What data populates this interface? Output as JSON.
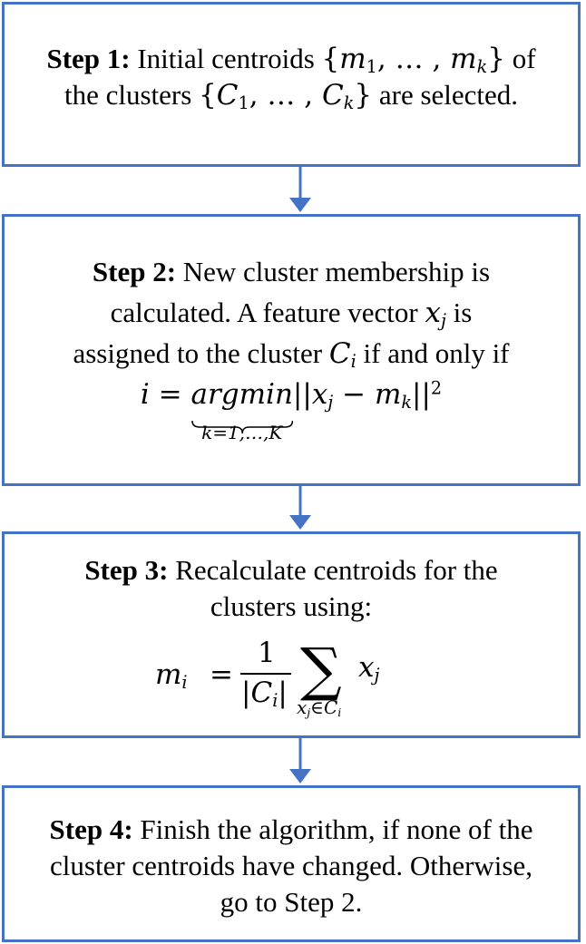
{
  "colors": {
    "border": "#4472c4",
    "arrow": "#4472c4",
    "text": "#000000"
  },
  "step1": {
    "label": "Step 1:",
    "text_a": " Initial centroids ",
    "formula_open": "{",
    "m": "m",
    "sub1": "1",
    "ellipsis": ", … , ",
    "subk": "k",
    "formula_close": "}",
    "text_b": " of",
    "text_c": "the clusters ",
    "C": "C",
    "text_d": " are selected."
  },
  "step2": {
    "label": "Step 2:",
    "line1": " New cluster membership is",
    "line2_a": "calculated. A feature vector  ",
    "x": "x",
    "sub_j": "j",
    "line2_b": " is",
    "line3_a": "assigned to the cluster ",
    "C": "C",
    "sub_i": "i",
    "line3_b": " if and only if",
    "i_eq": "i = ",
    "argmin": "argmin",
    "norm_open": "||",
    "minus": " − ",
    "m": "m",
    "sub_k": "k",
    "norm_close": "||",
    "sup_2": "2",
    "under": "k=1,…,K"
  },
  "step3": {
    "label": "Step 3:",
    "line1": " Recalculate centroids for the",
    "line2": "clusters using:",
    "m": "m",
    "sub_i": "i",
    "eq": "=",
    "one": "1",
    "denom_bar_l": "|",
    "C": "C",
    "denom_bar_r": "|",
    "sigma": "∑",
    "x": "x",
    "sub_j": "j",
    "sum_under": "∈"
  },
  "step4": {
    "label": "Step 4:",
    "line1": " Finish the algorithm, if none of the",
    "line2": "cluster centroids have changed. Otherwise,",
    "line3": "go to Step 2."
  }
}
